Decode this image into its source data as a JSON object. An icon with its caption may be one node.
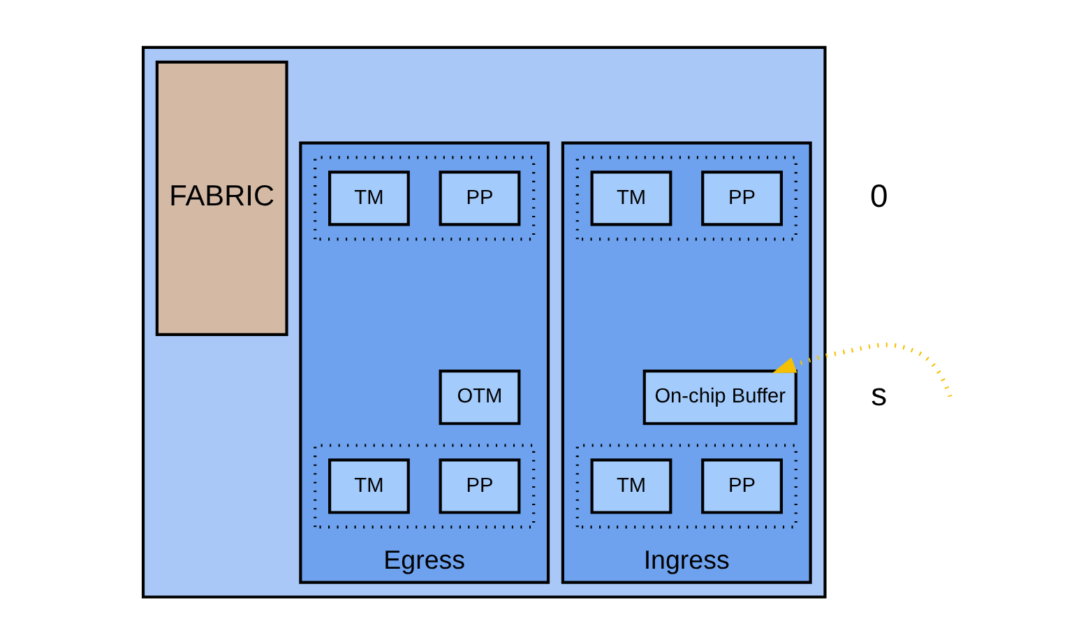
{
  "diagram": {
    "nodes": [
      {
        "text": [],
        "shape": "box"
      },
      {
        "text": [
          "Ingress"
        ],
        "in": 0
      },
      {
        "text": [],
        "shape": "box",
        "in": 1
      },
      {
        "text": [
          "PP"
        ],
        "in": 2
      },
      {
        "text": [
          "TM"
        ],
        "in": 2
      },
      {
        "text": [
          "On-chip Buffer"
        ],
        "in": 1
      },
      {
        "text": [],
        "shape": "box",
        "in": 1
      },
      {
        "text": [
          "PP"
        ],
        "in": 6
      },
      {
        "text": [
          "TM"
        ],
        "in": 6
      },
      {
        "text": [
          "FABRIC"
        ],
        "in": 0
      },
      {
        "text": [
          "Egress"
        ],
        "in": 0
      },
      {
        "text": [],
        "shape": "box",
        "in": 10
      },
      {
        "text": [
          "PP"
        ],
        "in": 11
      },
      {
        "text": [
          "TM"
        ],
        "in": 11
      },
      {
        "text": [
          "OTM"
        ],
        "in": 10
      },
      {
        "text": [],
        "shape": "box",
        "in": 10
      },
      {
        "text": [
          "PP"
        ],
        "in": 15
      },
      {
        "text": [
          "TM"
        ],
        "in": 15
      }
    ],
    "edges": [
      {
        "from": null,
        "to": 5,
        "arrow": "to",
        "style": "dashed",
        "color": "#f5c000"
      }
    ],
    "labels": [
      "0",
      "s"
    ]
  }
}
